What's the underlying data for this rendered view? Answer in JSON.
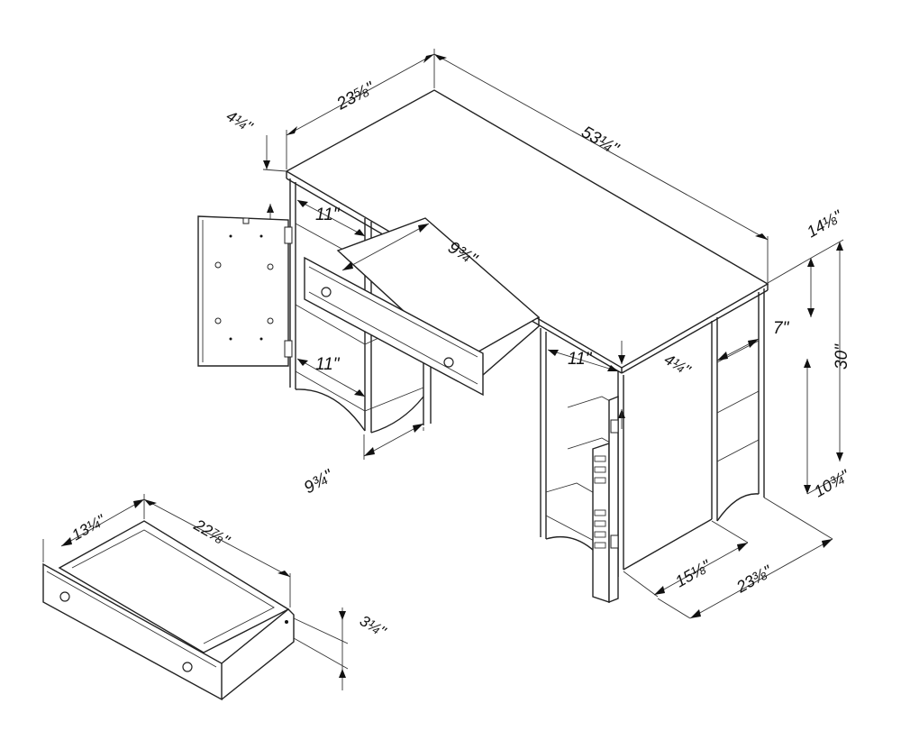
{
  "dimensions": {
    "top_depth": "23⅝\"",
    "width": "53¼\"",
    "top_thickness_left": "4¼\"",
    "top_thickness_right": "4¼\"",
    "right_tall": "14⅛\"",
    "right_shelf": "7\"",
    "height": "30\"",
    "right_bottom": "10¾\"",
    "compartment_upper_left": "11\"",
    "compartment_lower_left": "11\"",
    "compartment_right": "11\"",
    "drawer_depth_open": "9¾\"",
    "kneehole": "9¾\"",
    "footprint_side": "15⅛\"",
    "footprint_depth": "23⅜\"",
    "drawer_width": "13¼\"",
    "drawer_length": "22⅞\"",
    "drawer_height": "3¼\""
  }
}
